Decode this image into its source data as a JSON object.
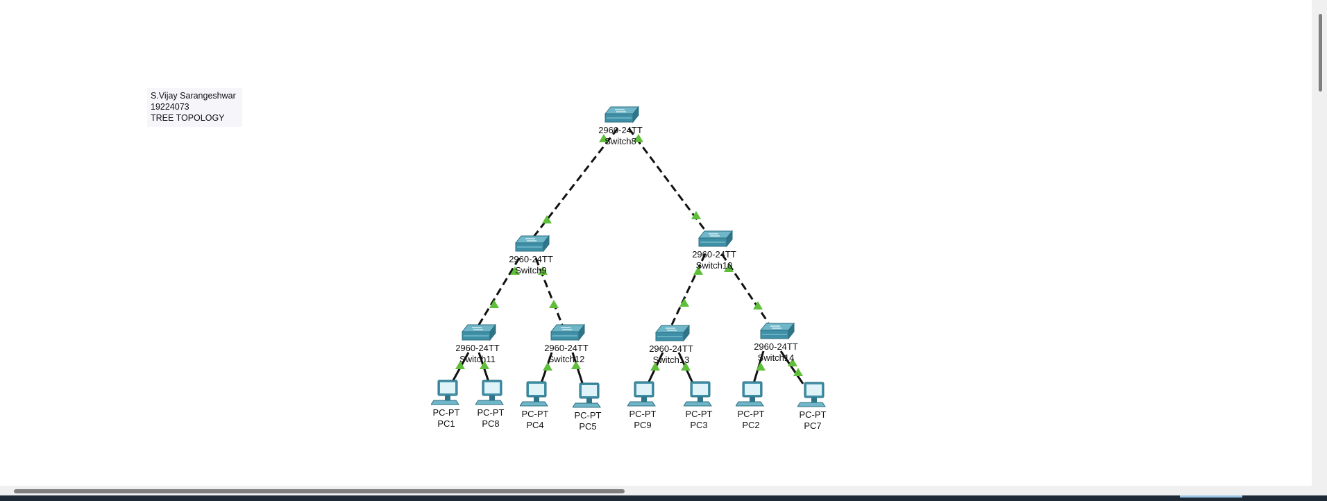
{
  "note": {
    "line1": "S.Vijay Sarangeshwar",
    "line2": "19224073",
    "line3": "TREE TOPOLOGY"
  },
  "colors": {
    "link_indicator": "#5fbf3a",
    "cable": "#111111",
    "device_body": "#3f8fa6",
    "device_top": "#6fb6c8"
  },
  "switches": [
    {
      "model": "2960-24TT",
      "name": "Switch8"
    },
    {
      "model": "2960-24TT",
      "name": "Switch9"
    },
    {
      "model": "2960-24TT",
      "name": "Switch10"
    },
    {
      "model": "2960-24TT",
      "name": "Switch11"
    },
    {
      "model": "2960-24TT",
      "name": "Switch12"
    },
    {
      "model": "2960-24TT",
      "name": "Switch13"
    },
    {
      "model": "2960-24TT",
      "name": "Switch14"
    }
  ],
  "pcs": [
    {
      "model": "PC-PT",
      "name": "PC1"
    },
    {
      "model": "PC-PT",
      "name": "PC8"
    },
    {
      "model": "PC-PT",
      "name": "PC4"
    },
    {
      "model": "PC-PT",
      "name": "PC5"
    },
    {
      "model": "PC-PT",
      "name": "PC9"
    },
    {
      "model": "PC-PT",
      "name": "PC3"
    },
    {
      "model": "PC-PT",
      "name": "PC2"
    },
    {
      "model": "PC-PT",
      "name": "PC7"
    }
  ]
}
